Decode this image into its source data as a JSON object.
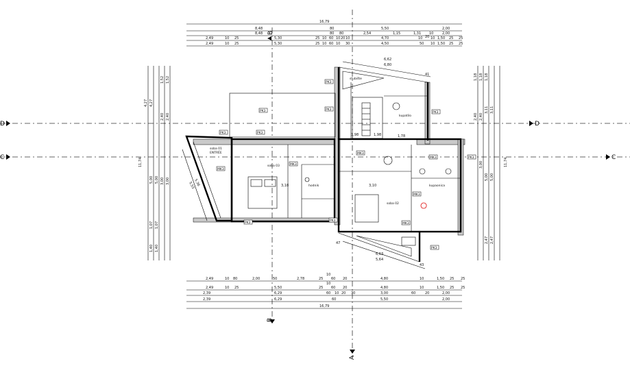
{
  "sections": {
    "A": "A",
    "B": "B",
    "C": "C",
    "D": "D"
  },
  "dims_top": {
    "total": "16,79",
    "r2": [
      "8,48",
      "80",
      "5,50",
      "2,00"
    ],
    "r3": [
      "8,48",
      "80",
      "80",
      "2,54",
      "1,15",
      "1,31",
      "10",
      "2,00"
    ],
    "r4": [
      "2,49",
      "10",
      "25",
      "5,30",
      "25",
      "10",
      "60",
      "10",
      "20",
      "10",
      "4,70",
      "10",
      "20",
      "10",
      "1,50",
      "25",
      "25"
    ],
    "r5": [
      "2,49",
      "10",
      "25",
      "5,30",
      "25",
      "10",
      "60",
      "10",
      "30",
      "4,50",
      "50",
      "10",
      "1,50",
      "25",
      "25"
    ]
  },
  "dims_bottom": {
    "r1": [
      "2,49",
      "10",
      "80",
      "2,00",
      "50",
      "2,78",
      "25",
      "10",
      "60",
      "20",
      "4,80",
      "10",
      "1,50",
      "25",
      "25"
    ],
    "r2": [
      "2,49",
      "10",
      "25",
      "5,50",
      "25",
      "10",
      "60",
      "20",
      "4,80",
      "10",
      "1,50",
      "25",
      "25"
    ],
    "r3": [
      "2,39",
      "6,29",
      "60",
      "10",
      "20",
      "30",
      "3,00",
      "60",
      "20",
      "2,00"
    ],
    "r4": [
      "2,39",
      "6,29",
      "60",
      "5,50",
      "2,00"
    ],
    "total": "16,79"
  },
  "dims_left": [
    "4,27",
    "4,27",
    "1,52",
    "1,52",
    "11,74",
    "5,00",
    "5,00",
    "1,07",
    "1,07",
    "1,40",
    "1,40",
    "2,40",
    "2,40",
    "3,00",
    "3,00"
  ],
  "dims_right": [
    "1,18",
    "1,18",
    "1,18",
    "3,11",
    "3,11",
    "11,74",
    "5,00",
    "5,00",
    "2,47",
    "2,47",
    "2,40",
    "2,40",
    "3,00"
  ],
  "dims_diag": [
    "6,62",
    "6,80",
    "6,63",
    "5,64",
    "5,36",
    "5,55",
    "47",
    "41",
    "43"
  ],
  "rooms": {
    "r1": {
      "name": "soba 01",
      "label": "ENTRÉE"
    },
    "r2": {
      "name": "soba 03"
    },
    "r3": {
      "name": "soba 02"
    },
    "r4": {
      "name": "kupatilo"
    },
    "r5": {
      "name": "stubište"
    },
    "r6": {
      "name": "hodnik"
    },
    "r7": {
      "name": "kupaonica"
    }
  },
  "tags": [
    "PK3",
    "PK3",
    "PK3",
    "PK3",
    "PK3",
    "PK3",
    "PK3",
    "PK3",
    "PK3",
    "PK3",
    "MK3",
    "MK3",
    "MK3",
    "MK3",
    "MK3",
    "MK3"
  ],
  "center_values": [
    "3,10",
    "3,18",
    "1,78",
    "1,98",
    "1,98"
  ]
}
